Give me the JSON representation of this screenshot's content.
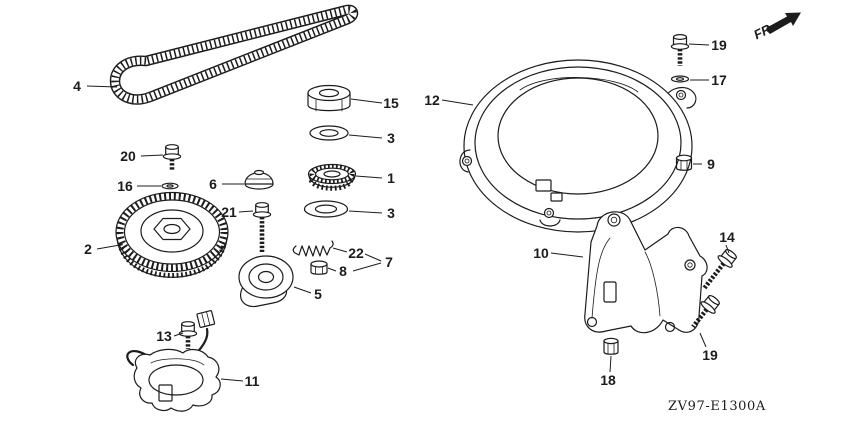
{
  "colors": {
    "ink": "#1c1c1c",
    "paper": "#ffffff"
  },
  "diagram": {
    "direction_label": "FR.",
    "code": "ZV97-E1300A",
    "callouts": {
      "p1": "1",
      "p2": "2",
      "p3a": "3",
      "p3b": "3",
      "p4": "4",
      "p5": "5",
      "p6": "6",
      "p7": "7",
      "p8": "8",
      "p9": "9",
      "p10": "10",
      "p11": "11",
      "p12": "12",
      "p13": "13",
      "p14": "14",
      "p15": "15",
      "p16": "16",
      "p17": "17",
      "p18": "18",
      "p19a": "19",
      "p19b": "19",
      "p20": "20",
      "p21": "21",
      "p22": "22"
    }
  }
}
